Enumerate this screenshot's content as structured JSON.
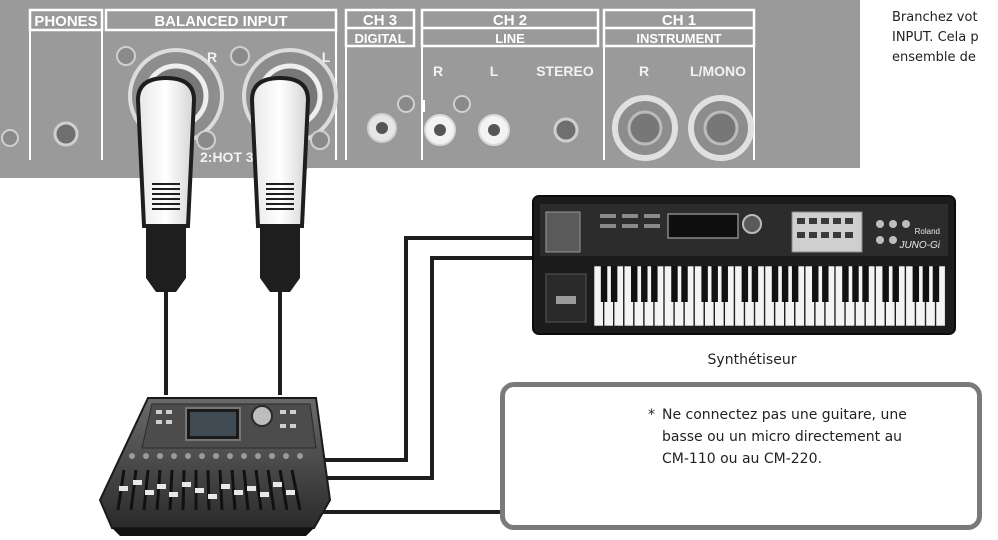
{
  "panel": {
    "phones": "PHONES",
    "balanced_input": "BALANCED INPUT",
    "ch3": "CH 3",
    "ch3_sub": "DIGITAL",
    "ch2": "CH 2",
    "ch2_sub": "LINE",
    "ch1": "CH 1",
    "ch1_sub": "INSTRUMENT",
    "jack_balanced_r": "R",
    "jack_balanced_l": "L",
    "jack_ch2_r": "R",
    "jack_ch2_l": "L",
    "jack_ch2_stereo": "STEREO",
    "jack_ch1_r": "R",
    "jack_ch1_lmono": "L/MONO",
    "pin_label": "2:HOT 3"
  },
  "intro_text": {
    "line1": "Branchez vot",
    "line2": "INPUT. Cela p",
    "line3": "ensemble de"
  },
  "synth": {
    "caption": "Synthétiseur",
    "brand": "Roland",
    "model": "JUNO-Gi"
  },
  "note": {
    "star": "*",
    "line1": "Ne connectez pas une guitare, une",
    "line2": "basse ou un micro directement au",
    "line3": "CM-110 ou au CM-220."
  },
  "colors": {
    "panel": "#9a9a9a",
    "panel_line": "#ffffff",
    "cable": "#1e1e1e",
    "note_border": "#7a7a7a"
  }
}
